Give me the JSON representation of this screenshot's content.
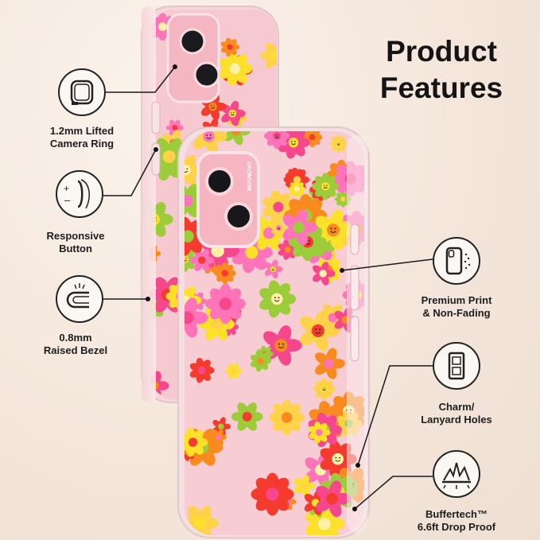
{
  "title": {
    "line1": "Product",
    "line2": "Features"
  },
  "brand_mark": "MOSNOVO",
  "features": [
    {
      "id": "camera-ring",
      "line1": "1.2mm Lifted",
      "line2": "Camera Ring",
      "icon": "camera-ring-icon"
    },
    {
      "id": "button",
      "line1": "Responsive",
      "line2": "Button",
      "icon": "side-button-icon"
    },
    {
      "id": "bezel",
      "line1": "0.8mm",
      "line2": "Raised Bezel",
      "icon": "raised-bezel-icon"
    },
    {
      "id": "print",
      "line1": "Premium Print",
      "line2": "& Non-Fading",
      "icon": "phone-print-icon"
    },
    {
      "id": "lanyard",
      "line1": "Charm/",
      "line2": "Lanyard Holes",
      "icon": "lanyard-hole-icon"
    },
    {
      "id": "drop",
      "line1": "Buffertech™",
      "line2": "6.6ft Drop Proof",
      "icon": "shock-burst-icon"
    }
  ],
  "colors": {
    "case_pink": "#f5c9cf",
    "flower_colors": [
      "#f7478c",
      "#fde02a",
      "#f98a1e",
      "#f53a2e",
      "#ff73b8",
      "#9ccc3a",
      "#ffd24a"
    ],
    "outline": "#222222"
  }
}
